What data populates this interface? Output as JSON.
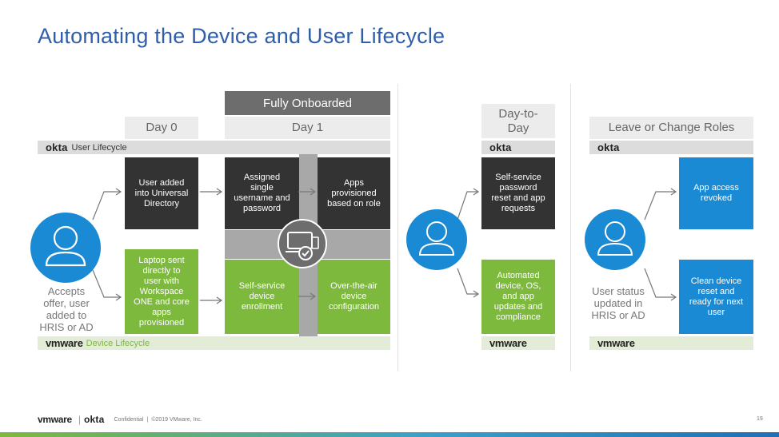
{
  "slide": {
    "title": "Automating the Device and User Lifecycle",
    "page_number": "19"
  },
  "phases": {
    "fully_onboarded": "Fully Onboarded",
    "day0": "Day 0",
    "day1": "Day 1",
    "day_to_day": "Day-to-\nDay",
    "leave": "Leave or Change Roles"
  },
  "bars": {
    "okta_user_lifecycle": {
      "brand": "okta",
      "label": "User Lifecycle"
    },
    "okta_short": "okta",
    "vmware_device_lifecycle": {
      "brand": "vmware",
      "label": "Device Lifecycle"
    },
    "vmware_short": "vmware"
  },
  "boxes": {
    "user_added": "User added\ninto Universal\nDirectory",
    "assigned": "Assigned\nsingle\nusername and\npassword",
    "apps_provisioned": "Apps\nprovisioned\nbased on role",
    "laptop_sent": "Laptop sent\ndirectly to\nuser with\nWorkspace\nONE and core\napps\nprovisioned",
    "self_service_enrollment": "Self-service\ndevice\nenrollment",
    "ota_config": "Over-the-air\ndevice\nconfiguration",
    "self_service_password": "Self-service\npassword\nreset and app\nrequests",
    "automated_updates": "Automated\ndevice, OS,\nand app\nupdates and\ncompliance",
    "app_access_revoked": "App access\nrevoked",
    "clean_device": "Clean device\nreset and\nready for next\nuser"
  },
  "captions": {
    "accepts_offer": "Accepts\noffer, user\nadded to\nHRIS or AD",
    "user_status": "User status\nupdated in\nHRIS or AD"
  },
  "footer": {
    "vmware": "vmware",
    "okta": "okta",
    "confidential": "Confidential",
    "copyright": "©2019 VMware, Inc."
  },
  "colors": {
    "title": "#2f5fa8",
    "dark_box": "#333333",
    "green_box": "#7db93c",
    "blue_box": "#1a8ad4",
    "person": "#1a8ad4"
  },
  "icons": [
    "person-icon",
    "devices-check-icon",
    "arrow-icon"
  ]
}
